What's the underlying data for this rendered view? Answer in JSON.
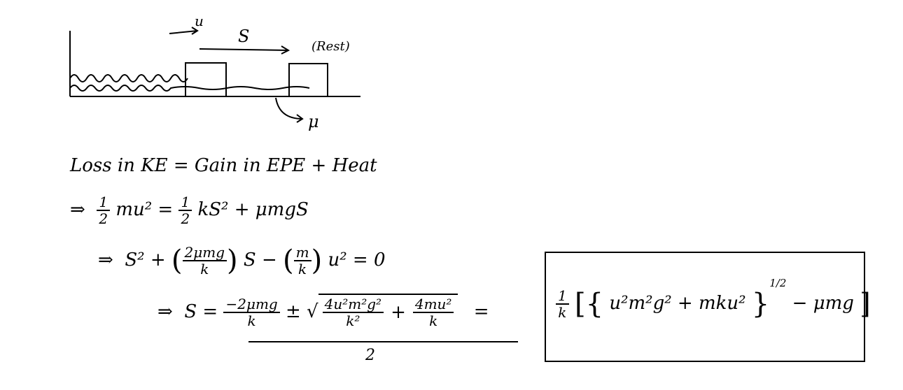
{
  "diagram": {
    "velocity_label": "u",
    "displacement_label": "S",
    "rest_label": "(Rest)",
    "friction_label": "μ"
  },
  "lines": {
    "energy": "Loss in KE = Gain in EPE + Heat",
    "eq1": {
      "arrow": "⇒",
      "half1": "1",
      "half_den1": "2",
      "lhs": "mu²",
      "eq": "=",
      "half2": "1",
      "half_den2": "2",
      "rhs": "kS² + μmgS"
    },
    "eq2": {
      "arrow": "⇒",
      "s2": "S² +",
      "c1_num": "2μmg",
      "c1_den": "k",
      "s": "S −",
      "c2_num": "m",
      "c2_den": "k",
      "tail": "u² = 0"
    },
    "eq3": {
      "arrow": "⇒",
      "s_eq": "S =",
      "t1_num": "−2μmg",
      "t1_den": "k",
      "pm": "±",
      "r1_num": "4u²m²g²",
      "r1_den": "k²",
      "plus": "+",
      "r2_num": "4mu²",
      "r2_den": "k",
      "denominator": "2",
      "eq": "="
    }
  },
  "answer": {
    "pre_num": "1",
    "pre_den": "k",
    "inner": "u²m²g² + mku²",
    "power": "1/2",
    "minus": "− μmg"
  }
}
